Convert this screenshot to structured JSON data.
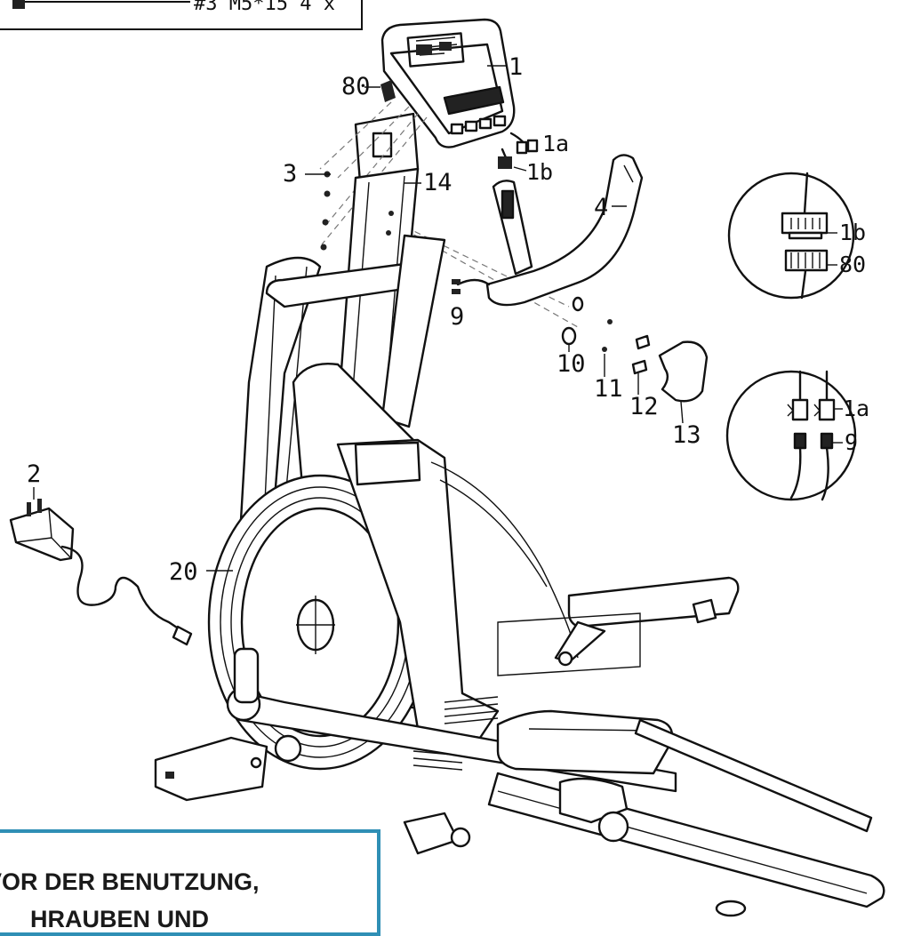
{
  "hardware": {
    "text": "#3  M5*15  4 x"
  },
  "labels": {
    "p1": "1",
    "p1a": "1a",
    "p1b": "1b",
    "p2": "2",
    "p3": "3",
    "p4": "4",
    "p9": "9",
    "p10": "10",
    "p11": "11",
    "p12": "12",
    "p13": "13",
    "p14": "14",
    "p20": "20",
    "p80": "80"
  },
  "detail_top": {
    "upper": "1b",
    "lower": "80"
  },
  "detail_bottom": {
    "upper": "1a",
    "lower": "9"
  },
  "warning": {
    "line1": "VOR DER BENUTZUNG,",
    "line2": "HRAUBEN UND"
  },
  "colors": {
    "ink": "#111111",
    "warning_border": "#2f8fb5"
  }
}
